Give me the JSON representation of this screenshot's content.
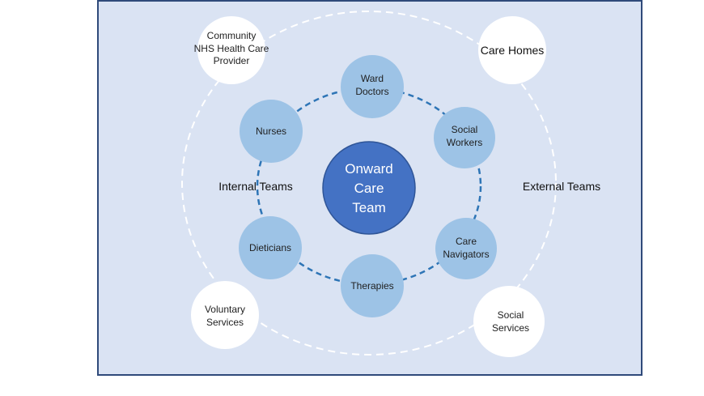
{
  "colors": {
    "frame_fill": "#dae3f3",
    "frame_border": "#2f4a7a",
    "inner_node_fill": "#9dc3e6",
    "center_fill": "#4472c4",
    "dashed_inner": "#2e75b6",
    "dashed_outer": "#ffffff",
    "outer_node_fill": "#ffffff"
  },
  "center": {
    "lines": [
      "Onward",
      "Care",
      "Team"
    ]
  },
  "labels": {
    "internal": "Internal Teams",
    "external": "External Teams"
  },
  "internal_nodes": [
    {
      "id": "ward-doctors",
      "lines": [
        "Ward",
        "Doctors"
      ]
    },
    {
      "id": "social-workers",
      "lines": [
        "Social",
        "Workers"
      ]
    },
    {
      "id": "care-navigators",
      "lines": [
        "Care",
        "Navigators"
      ]
    },
    {
      "id": "therapies",
      "lines": [
        "Therapies"
      ]
    },
    {
      "id": "dieticians",
      "lines": [
        "Dieticians"
      ]
    },
    {
      "id": "nurses",
      "lines": [
        "Nurses"
      ]
    }
  ],
  "external_nodes": [
    {
      "id": "community-nhs",
      "lines": [
        "Community",
        "NHS Health Care",
        "Provider"
      ]
    },
    {
      "id": "care-homes",
      "lines": [
        "Care Homes"
      ]
    },
    {
      "id": "voluntary-services",
      "lines": [
        "Voluntary",
        "Services"
      ]
    },
    {
      "id": "social-services",
      "lines": [
        "Social",
        "Services"
      ]
    }
  ]
}
